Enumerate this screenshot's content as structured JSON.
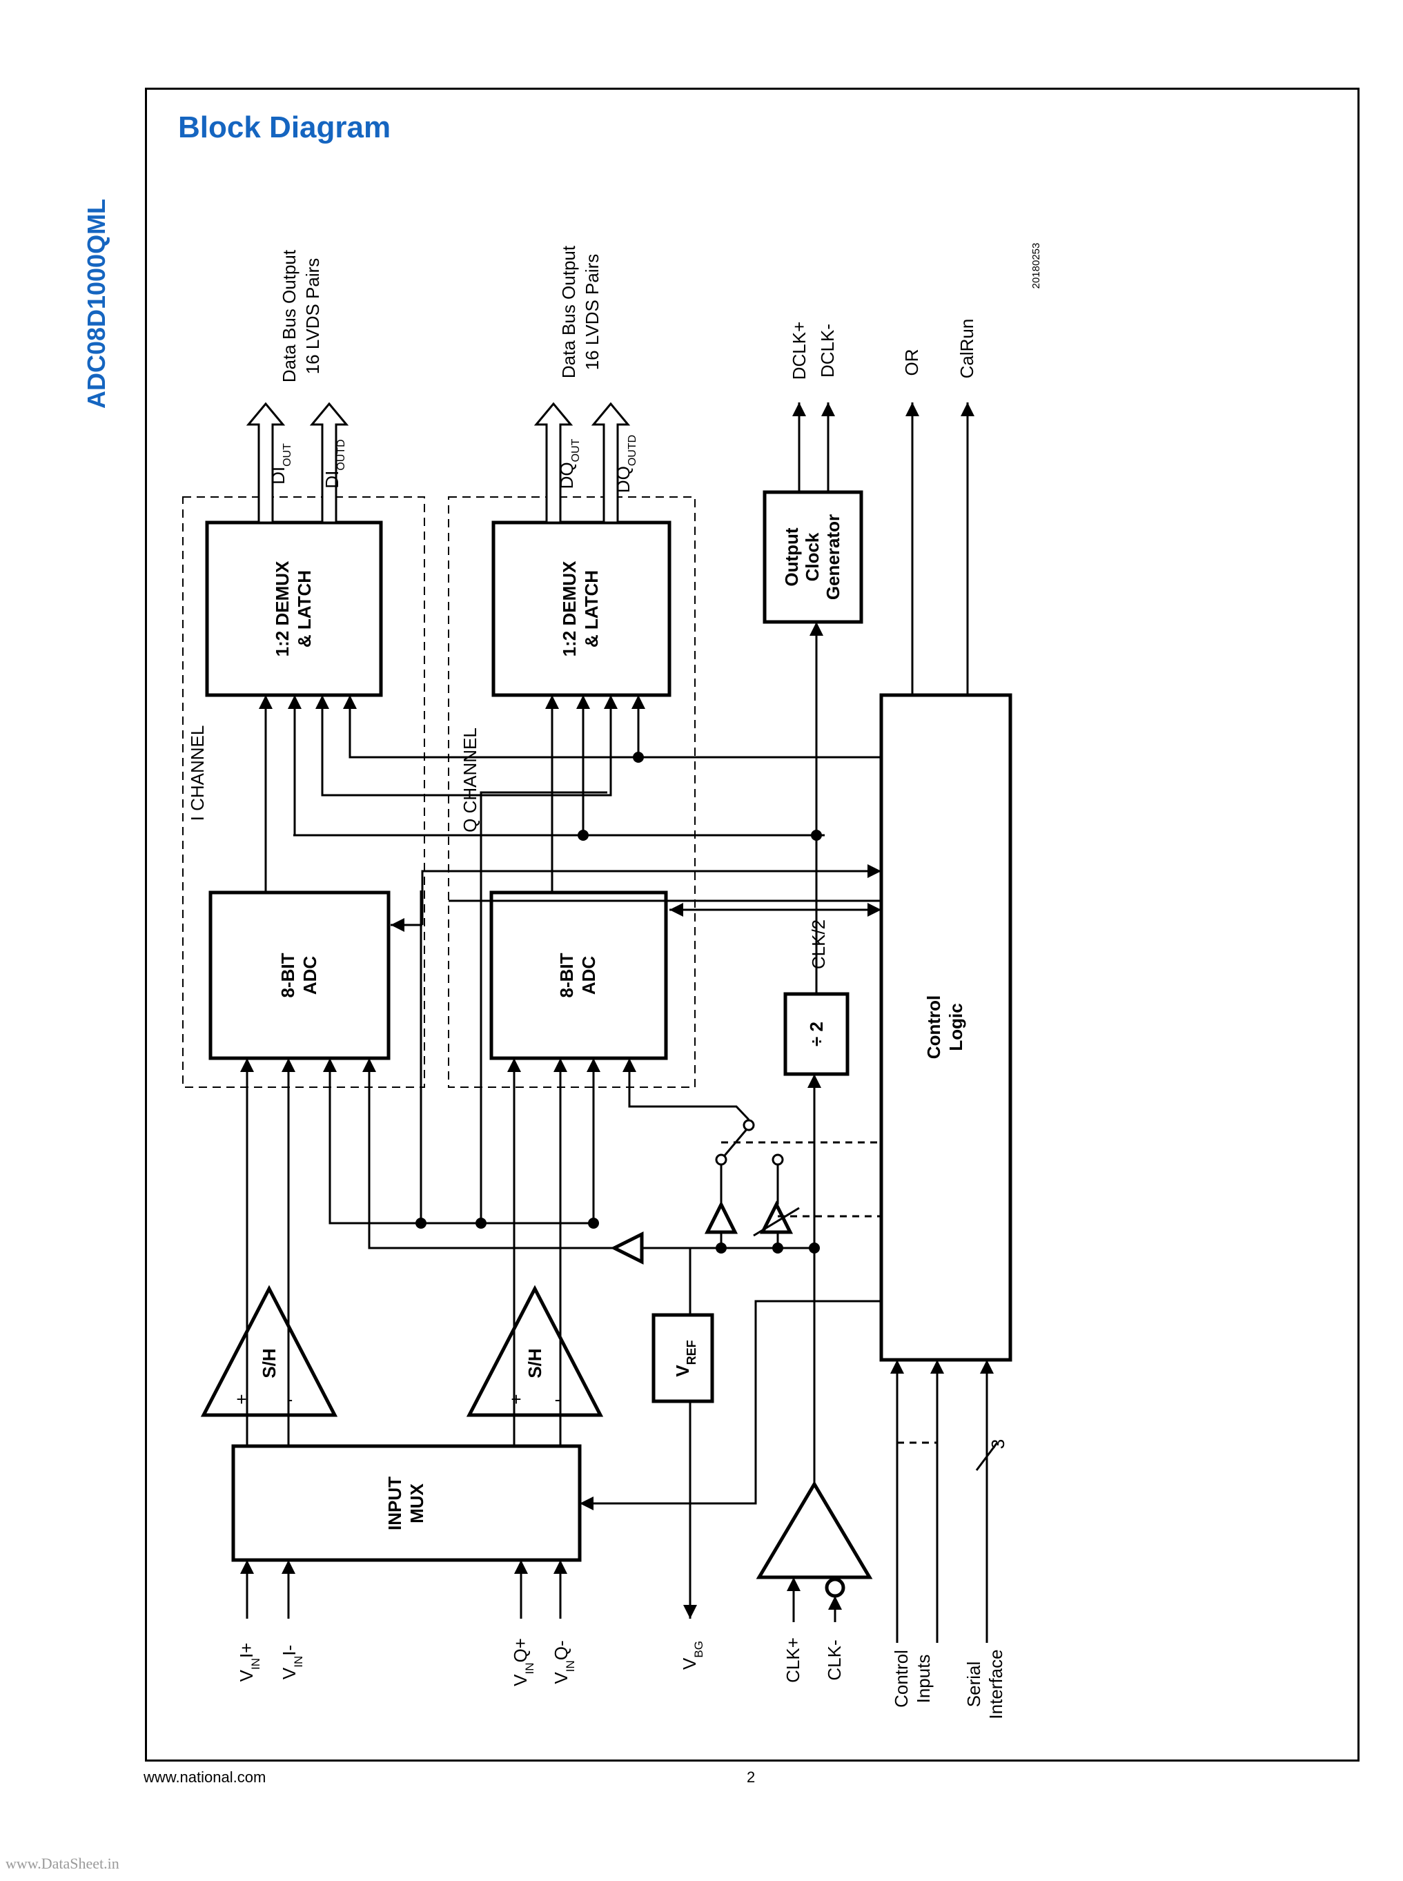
{
  "page": {
    "side_title": "ADC08D1000QML",
    "heading": "Block Diagram",
    "footer_url": "www.national.com",
    "page_number": "2",
    "watermark": "www.DataSheet.in",
    "figure_id": "20180253"
  },
  "colors": {
    "accent": "#1565c0",
    "line": "#000000"
  },
  "blocks": {
    "demux_i": [
      "1:2 DEMUX",
      "& LATCH"
    ],
    "demux_q": [
      "1:2 DEMUX",
      "& LATCH"
    ],
    "adc_i": [
      "8-BIT",
      "ADC"
    ],
    "adc_q": [
      "8-BIT",
      "ADC"
    ],
    "output_clock": [
      "Output",
      "Clock",
      "Generator"
    ],
    "divider": "÷ 2",
    "control": [
      "Control",
      "Logic"
    ],
    "input_mux": [
      "INPUT",
      "MUX"
    ],
    "sh_i": "S/H",
    "sh_q": "S/H",
    "vref": {
      "main": "V",
      "sub": "REF"
    },
    "plus": "+",
    "minus": "-"
  },
  "labels": {
    "i_channel": "I CHANNEL",
    "q_channel": "Q CHANNEL",
    "clk_half": "CLK/2",
    "di_out": {
      "main": "DI",
      "sub": "OUT"
    },
    "di_outd": {
      "main": "DI",
      "sub": "OUTD"
    },
    "dq_out": {
      "main": "DQ",
      "sub": "OUT"
    },
    "dq_outd": {
      "main": "DQ",
      "sub": "OUTD"
    },
    "data_bus_i": [
      "Data Bus Output",
      "16 LVDS Pairs"
    ],
    "data_bus_q": [
      "Data Bus Output",
      "16 LVDS Pairs"
    ],
    "dclk_plus": "DCLK+",
    "dclk_minus": "DCLK-",
    "or": "OR",
    "calrun": "CalRun",
    "vin_i_plus": {
      "main": "V",
      "sub": "IN",
      "tail": "I+"
    },
    "vin_i_minus": {
      "main": "V",
      "sub": "IN",
      "tail": "I-"
    },
    "vin_q_plus": {
      "main": "V",
      "sub": "IN",
      "tail": "Q+"
    },
    "vin_q_minus": {
      "main": "V",
      "sub": "IN",
      "tail": "Q-"
    },
    "vbg": {
      "main": "V",
      "sub": "BG"
    },
    "clk_plus": "CLK+",
    "clk_minus": "CLK-",
    "control_inputs": [
      "Control",
      "Inputs"
    ],
    "serial_interface": [
      "Serial",
      "Interface"
    ],
    "bus_width": "3"
  }
}
